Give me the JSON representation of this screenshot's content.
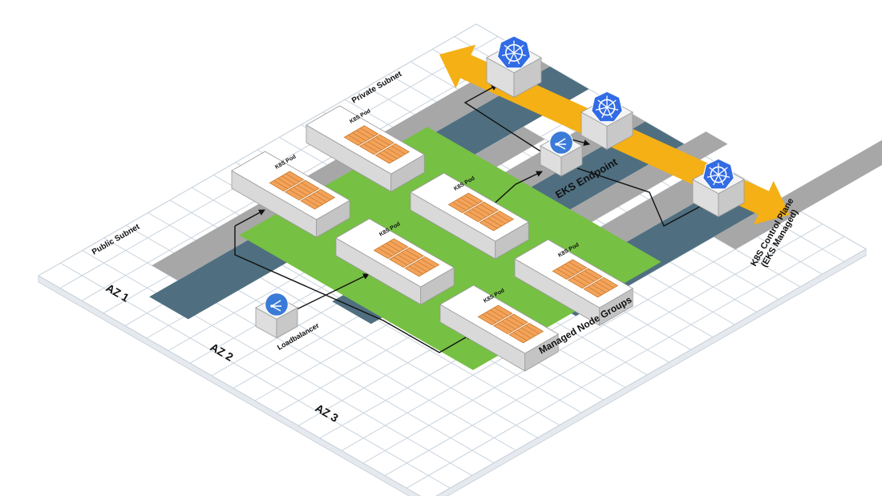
{
  "colors": {
    "grid_line": "#c9d3dd",
    "platform_top": "#ffffff",
    "platform_side": "#e6eaee",
    "subnet_gray": "#a7a7a7",
    "subnet_blue": "#4f6f80",
    "node_group_green": "#76c043",
    "pod_top": "#ffffff",
    "pod_side_left": "#d9d9d9",
    "pod_side_right": "#c4c4c4",
    "pod_grid_fill": "#f3a35a",
    "pod_grid_line": "#c97a2e",
    "control_band": "#f4b014",
    "kube_blue": "#326ce5",
    "endpoint_blue": "#3b7bd8",
    "connector": "#111111"
  },
  "icons": {
    "control_plane": "kubernetes-helm-icon",
    "endpoint": "endpoint-network-icon",
    "loadbalancer": "load-balancer-icon"
  },
  "labels": {
    "public_subnet": "Public Subnet",
    "private_subnet": "Private Subnet",
    "az1": "AZ 1",
    "az2": "AZ 2",
    "az3": "AZ 3",
    "loadbalancer": "Loadbalancer",
    "eks_endpoint": "EKS Endpoint",
    "managed_node_groups": "Managed Node Groups",
    "control_plane_line1": "K8S Control Plane",
    "control_plane_line2": "(EKS Managed)"
  },
  "pods": [
    {
      "label": "K8S Pod"
    },
    {
      "label": "K8S Pod"
    },
    {
      "label": "K8S Pod"
    },
    {
      "label": "K8S Pod"
    },
    {
      "label": "K8S Pod"
    },
    {
      "label": "K8S Pod"
    }
  ]
}
